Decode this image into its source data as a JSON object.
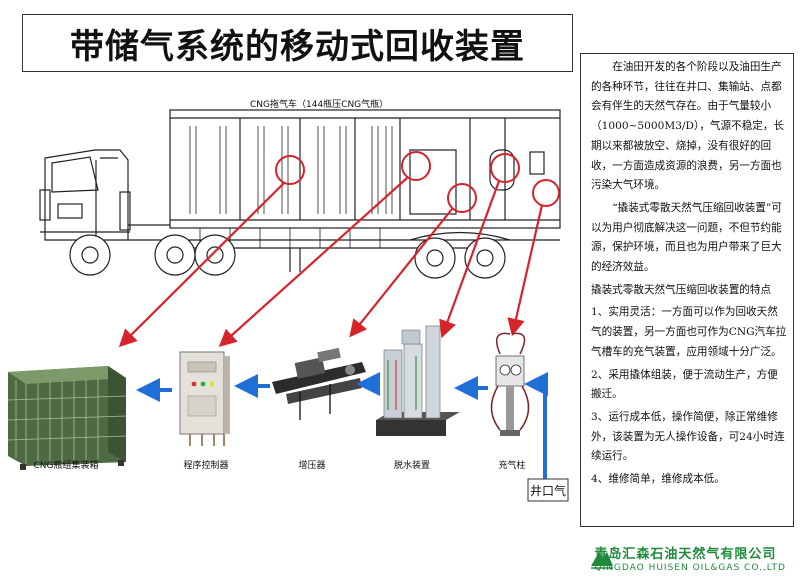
{
  "title": "带储气系统的移动式回收装置",
  "truck_caption": "CNG拖气车（144瓶压CNG气瓶）",
  "equipment": {
    "cng_container": "CNG瓶组集装箱",
    "controller": "程序控制器",
    "compressor": "增压器",
    "dehydration": "脱水装置",
    "charging_post": "充气柱",
    "wellhead_gas": "井口气"
  },
  "description": {
    "intro": "在油田开发的各个阶段以及油田生产的各种环节，往往在井口、集输站、点都会有伴生的天然气存在。由于气量较小（1000~5000M3/D），气源不稳定，长期以来都被放空、烧掉，没有很好的回收，一方面造成资源的浪费，另一方面也污染大气环境。",
    "solution": "“撬装式零散天然气压缩回收装置”可以为用户彻底解决这一问题，不但节约能源，保护环境，而且也为用户带来了巨大的经济效益。",
    "features_heading": "撬装式零散天然气压缩回收装置的特点",
    "features": [
      "1、实用灵活：一方面可以作为回收天然气的装置，另一方面也可作为CNG汽车拉气槽车的充气装置，应用领域十分广泛。",
      "2、采用撬体组装，便于流动生产，方便搬迁。",
      "3、运行成本低，操作简便，除正常维修外，该装置为无人操作设备，可24小时连续运行。",
      "4、维修简单，维修成本低。"
    ]
  },
  "company": {
    "name_cn": "青岛汇森石油天然气有限公司",
    "name_en": "QINGDAO HUISEN OIL&GAS CO.,LTD"
  },
  "colors": {
    "red_arrow": "#d8232a",
    "blue_arrow": "#1f6fd6",
    "company_green": "#1f8a3c",
    "container_green": "#5e7a50"
  }
}
